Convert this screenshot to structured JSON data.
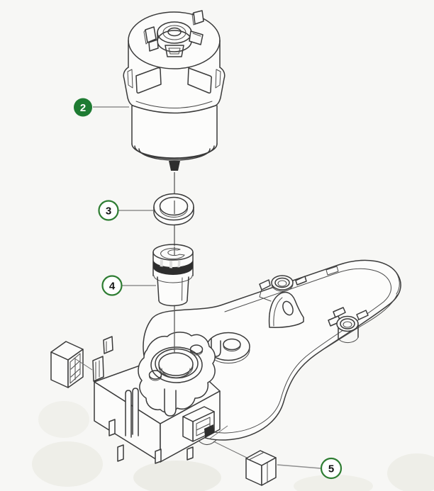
{
  "page": {
    "background": "#f7f7f5"
  },
  "diagram": {
    "type": "exploded-parts-diagram",
    "stroke_color": "#3a3a3a",
    "leader_color": "#8f8f8f",
    "callout_style": {
      "filled_bg": "#1e7b32",
      "filled_text": "#ffffff",
      "outline_border": "#2e7d32",
      "outline_bg": "#ffffff",
      "outline_text": "#141414"
    },
    "callouts": [
      {
        "label": "2",
        "style": "filled",
        "points_to": "motor"
      },
      {
        "label": "3",
        "style": "outline",
        "points_to": "washer"
      },
      {
        "label": "4",
        "style": "outline",
        "points_to": "bushing"
      },
      {
        "label": "5",
        "style": "outline",
        "points_to": "terminal-cap-bottom"
      }
    ],
    "parts": [
      "motor",
      "washer",
      "bushing",
      "gearbox-housing",
      "terminal-cap-left",
      "terminal-cap-bottom"
    ]
  }
}
